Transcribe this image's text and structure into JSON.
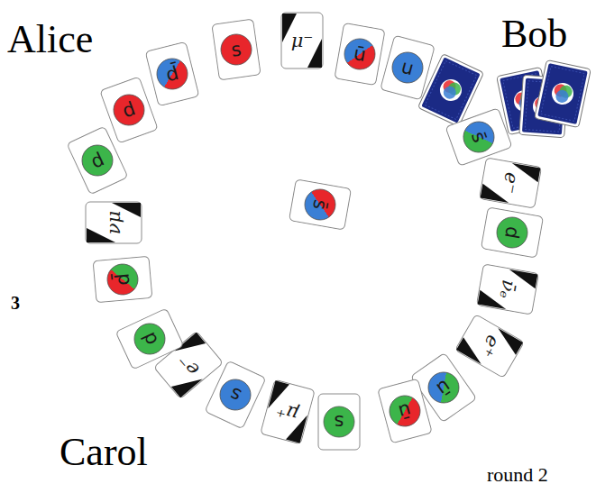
{
  "diagram": {
    "nodes": [
      {
        "text": [
          "d"
        ]
      },
      {
        "text": [
          "d"
        ]
      },
      {
        "text": [
          "d̄"
        ]
      },
      {
        "text": [
          "s"
        ]
      },
      {
        "text": [
          "μ⁻"
        ]
      },
      {
        "text": [
          "ū"
        ]
      },
      {
        "text": [
          "u"
        ]
      },
      {
        "text": [
          "s̄"
        ]
      },
      {
        "text": [
          "e⁻"
        ]
      },
      {
        "text": [
          "d"
        ]
      },
      {
        "text": [
          "ν̄ₑ"
        ]
      },
      {
        "text": [
          "e⁺"
        ]
      },
      {
        "text": [
          "ū"
        ]
      },
      {
        "text": [
          "ū"
        ]
      },
      {
        "text": [
          "s"
        ]
      },
      {
        "text": [
          "μ⁺"
        ]
      },
      {
        "text": [
          "s"
        ]
      },
      {
        "text": [
          "e⁻"
        ]
      },
      {
        "text": [
          "d"
        ]
      },
      {
        "text": [
          "d̄"
        ]
      },
      {
        "text": [
          "νμ"
        ]
      },
      {
        "text": [
          "s̄"
        ]
      }
    ],
    "labels": [
      "Alice",
      "Bob",
      "Carol",
      "3",
      "round 2"
    ]
  }
}
